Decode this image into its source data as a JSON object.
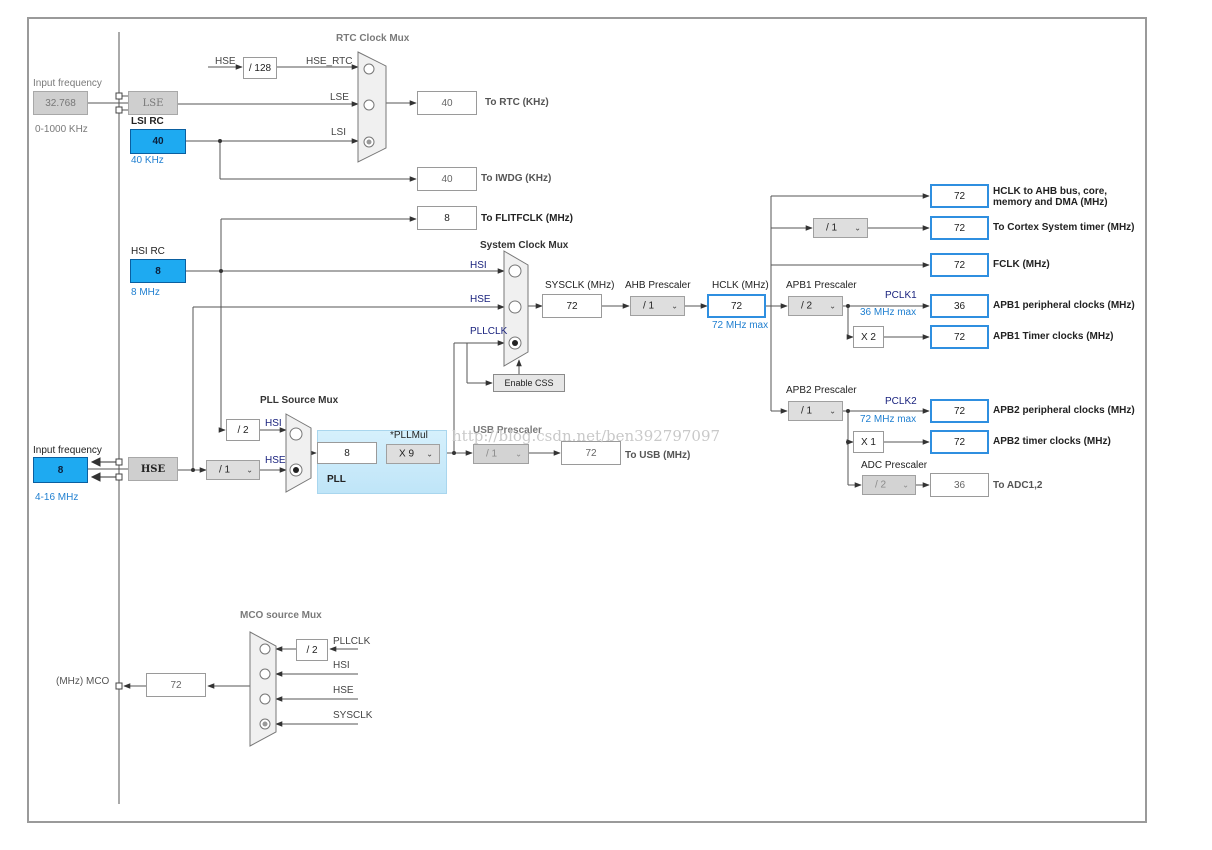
{
  "titles": {
    "rtc_mux": "RTC Clock Mux",
    "system_clock_mux": "System Clock Mux",
    "pll_source_mux": "PLL Source Mux",
    "mco_source_mux": "MCO source Mux",
    "pll": "PLL",
    "pllmul": "*PLLMul",
    "usb_prescaler": "USB Prescaler",
    "ahb_prescaler": "AHB Prescaler",
    "apb1_prescaler": "APB1 Prescaler",
    "apb2_prescaler": "APB2 Prescaler",
    "adc_prescaler": "ADC Prescaler"
  },
  "lse": {
    "input_label": "Input frequency",
    "input_value": "32.768",
    "range": "0-1000 KHz",
    "label": "LSE"
  },
  "lsi": {
    "title": "LSI RC",
    "value": "40",
    "freq": "40 KHz"
  },
  "hsi": {
    "title": "HSI RC",
    "value": "8",
    "freq": "8 MHz"
  },
  "hse": {
    "input_label": "Input frequency",
    "input_value": "8",
    "range": "4-16 MHz",
    "label": "HSE"
  },
  "rtc": {
    "hse_label": "HSE",
    "div128": "/ 128",
    "hse_rtc": "HSE_RTC",
    "lse": "LSE",
    "lsi": "LSI",
    "out_value": "40",
    "out_label": "To RTC (KHz)"
  },
  "iwdg": {
    "value": "40",
    "label": "To IWDG (KHz)"
  },
  "flitf": {
    "value": "8",
    "label": "To FLITFCLK (MHz)"
  },
  "sysmux": {
    "hsi": "HSI",
    "hse": "HSE",
    "pllclk": "PLLCLK",
    "enable_css": "Enable CSS"
  },
  "sysclk": {
    "label": "SYSCLK (MHz)",
    "value": "72"
  },
  "ahb": {
    "value": "/ 1"
  },
  "hclk": {
    "label": "HCLK (MHz)",
    "value": "72",
    "max": "72 MHz max"
  },
  "pllsrc": {
    "div2": "/ 2",
    "hsi": "HSI",
    "hse": "HSE",
    "hse_div": "/ 1"
  },
  "pll": {
    "input_value": "8",
    "mul": "X 9"
  },
  "usb": {
    "value": "/ 1",
    "out_value": "72",
    "out_label": "To USB (MHz)"
  },
  "outputs": {
    "hclk_ahb": {
      "value": "72",
      "label1": "HCLK to AHB bus, core,",
      "label2": "memory and DMA (MHz)"
    },
    "cortex": {
      "div": "/ 1",
      "value": "72",
      "label": "To Cortex System timer (MHz)"
    },
    "fclk": {
      "value": "72",
      "label": "FCLK (MHz)"
    }
  },
  "apb1": {
    "value": "/ 2",
    "pclk": "PCLK1",
    "max": "36 MHz max",
    "periph_value": "36",
    "periph_label": "APB1 peripheral clocks (MHz)",
    "timer_mul": "X 2",
    "timer_value": "72",
    "timer_label": "APB1 Timer clocks (MHz)"
  },
  "apb2": {
    "value": "/ 1",
    "pclk": "PCLK2",
    "max": "72 MHz max",
    "periph_value": "72",
    "periph_label": "APB2 peripheral clocks (MHz)",
    "timer_mul": "X 1",
    "timer_value": "72",
    "timer_label": "APB2 timer clocks (MHz)"
  },
  "adc": {
    "value": "/ 2",
    "out_value": "36",
    "out_label": "To ADC1,2"
  },
  "mco": {
    "div2": "/ 2",
    "pllclk": "PLLCLK",
    "hsi": "HSI",
    "hse": "HSE",
    "sysclk": "SYSCLK",
    "out_value": "72",
    "out_label": "(MHz) MCO"
  },
  "watermark": "http://blog.csdn.net/ben392797097",
  "colors": {
    "selected_source": "#1eaaf1",
    "output_border": "#2f8fe0",
    "pll_fill": "#cdeefb",
    "info_text": "#1f7fd0"
  }
}
